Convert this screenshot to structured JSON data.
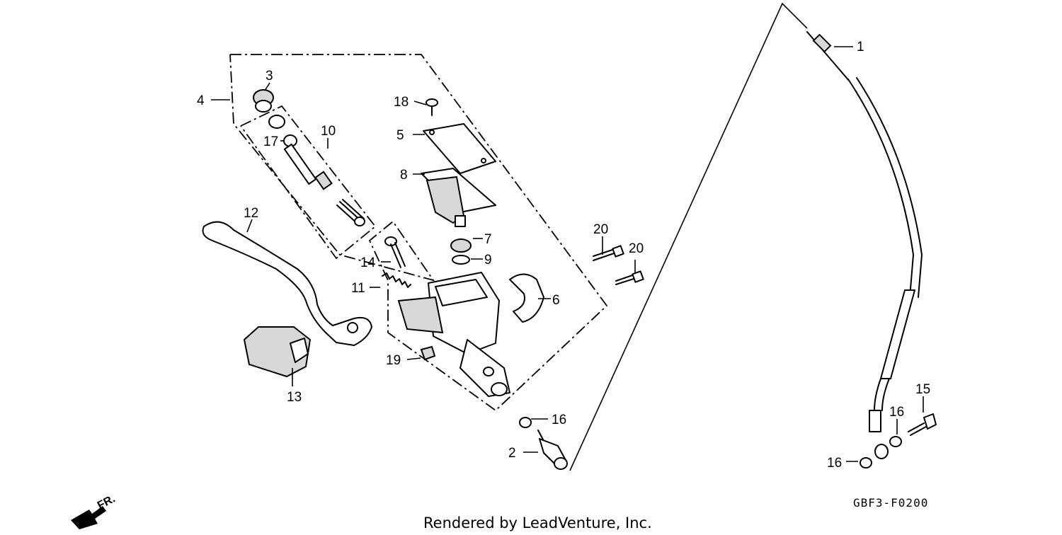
{
  "diagram": {
    "code": "GBF3-F0200",
    "credit": "Rendered by LeadVenture, Inc.",
    "direction_label": "FR.",
    "callouts": {
      "c1": "1",
      "c2": "2",
      "c3": "3",
      "c4": "4",
      "c5": "5",
      "c6": "6",
      "c7": "7",
      "c8": "8",
      "c9": "9",
      "c10": "10",
      "c11": "11",
      "c12": "12",
      "c13": "13",
      "c14": "14",
      "c15": "15",
      "c16a": "16",
      "c16b": "16",
      "c16c": "16",
      "c17": "17",
      "c18": "18",
      "c19": "19",
      "c20a": "20",
      "c20b": "20"
    }
  }
}
